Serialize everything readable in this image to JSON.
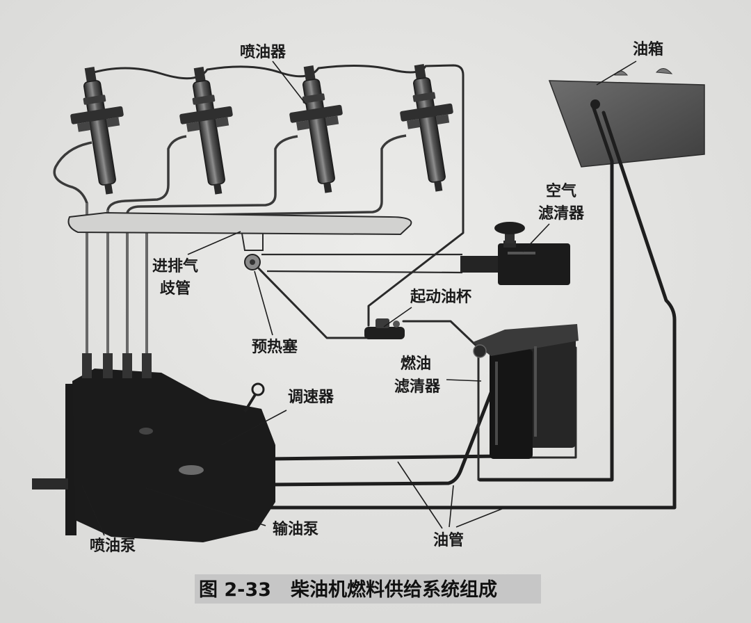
{
  "figure": {
    "labels": {
      "injector": "喷油器",
      "fuel_tank": "油箱",
      "air_filter": [
        "空气",
        "滤清器"
      ],
      "manifold": [
        "进排气",
        "歧管"
      ],
      "start_oil_cup": "起动油杯",
      "glow_plug": "预热塞",
      "fuel_filter": [
        "燃油",
        "滤清器"
      ],
      "governor": "调速器",
      "transfer_pump": "输油泵",
      "injection_pump": "喷油泵",
      "fuel_pipe": "油管"
    },
    "caption": {
      "number": "图 2-33",
      "title": "柴油机燃料供给系统组成"
    }
  },
  "colors": {
    "paper": "#e4e4e2",
    "ink": "#1a1a1a",
    "caption_band": "#c6c6c6"
  }
}
